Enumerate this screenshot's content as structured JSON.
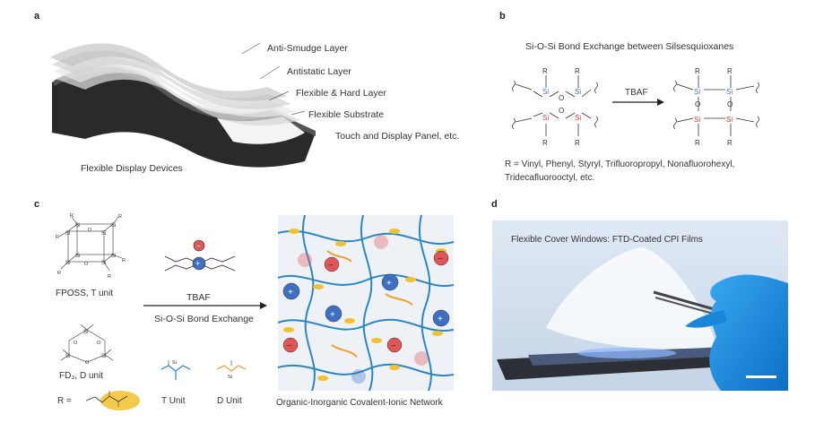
{
  "panels": {
    "a": {
      "letter": "a",
      "layers": [
        "Anti-Smudge Layer",
        "Antistatic Layer",
        "Flexible & Hard Layer",
        "Flexible Substrate",
        "Touch and Display Panel, etc."
      ],
      "device_label": "Flexible Display Devices"
    },
    "b": {
      "letter": "b",
      "title": "Si-O-Si Bond Exchange between Silsesquioxanes",
      "reagent": "TBAF",
      "r_groups_line1": "R = Vinyl, Phenyl, Styryl, Trifluoropropyl, Nonafluorohexyl,",
      "r_groups_line2": "Tridecafluorooctyl, etc."
    },
    "c": {
      "letter": "c",
      "fposs_label": "FPOSS, T unit",
      "fd3_label": "FD₃, D unit",
      "reagent": "TBAF",
      "exchange_label": "Si-O-Si Bond Exchange",
      "r_label": "R =",
      "t_unit": "T Unit",
      "d_unit": "D Unit",
      "network_label": "Organic-Inorganic Covalent-Ionic Network"
    },
    "d": {
      "letter": "d",
      "photo_caption": "Flexible Cover Windows: FTD-Coated CPI Films"
    }
  },
  "colors": {
    "network_blue": "#2a86c5",
    "cation_blue": "#3f6fc0",
    "anion_red": "#e05555",
    "fluoro_yellow": "#f2c12e",
    "si_blue": "#4a6fd0",
    "si_red": "#d0413c",
    "glove_blue": "#1f8fe0"
  }
}
